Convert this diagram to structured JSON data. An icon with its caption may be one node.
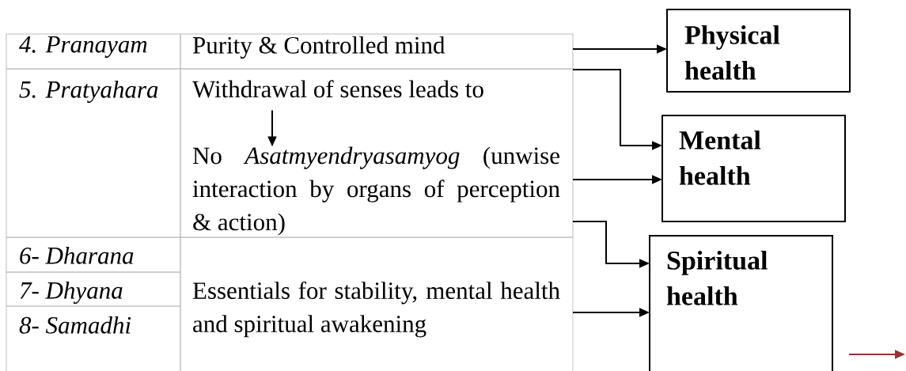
{
  "diagram": {
    "nodes": [
      {
        "text": [
          "4. Pranayam"
        ]
      },
      {
        "text": [
          "Purity & Controlled mind"
        ]
      },
      {
        "text": [
          "5. Pratyahara"
        ]
      },
      {
        "text": [],
        "shape": "box"
      },
      {
        "text": [
          "Withdrawal of senses leads to"
        ],
        "in": 3
      },
      {
        "text": [
          "No *Asatmyendryasamyog* (unwise interaction by organs of perception & action)"
        ],
        "in": 3
      },
      {
        "text": [
          "6- Dharana"
        ]
      },
      {
        "text": [
          "7- Dhyana"
        ]
      },
      {
        "text": [
          "8- Samadhi"
        ]
      },
      {
        "text": [
          "Essentials for stability, mental health and spiritual awakening"
        ]
      },
      {
        "text": [
          "Physical health"
        ]
      },
      {
        "text": [
          "Mental health"
        ]
      },
      {
        "text": [
          "Spiritual health"
        ]
      }
    ],
    "edges": [
      {
        "from": 1,
        "to": 10,
        "arrow": "to"
      },
      {
        "from": 3,
        "to": 11,
        "arrow": "to"
      },
      {
        "from": 3,
        "to": 11,
        "arrow": "to"
      },
      {
        "from": 3,
        "to": 12,
        "arrow": "to"
      },
      {
        "from": 9,
        "to": 12,
        "arrow": "to"
      },
      {
        "from": 4,
        "to": 5,
        "arrow": "to"
      }
    ]
  }
}
